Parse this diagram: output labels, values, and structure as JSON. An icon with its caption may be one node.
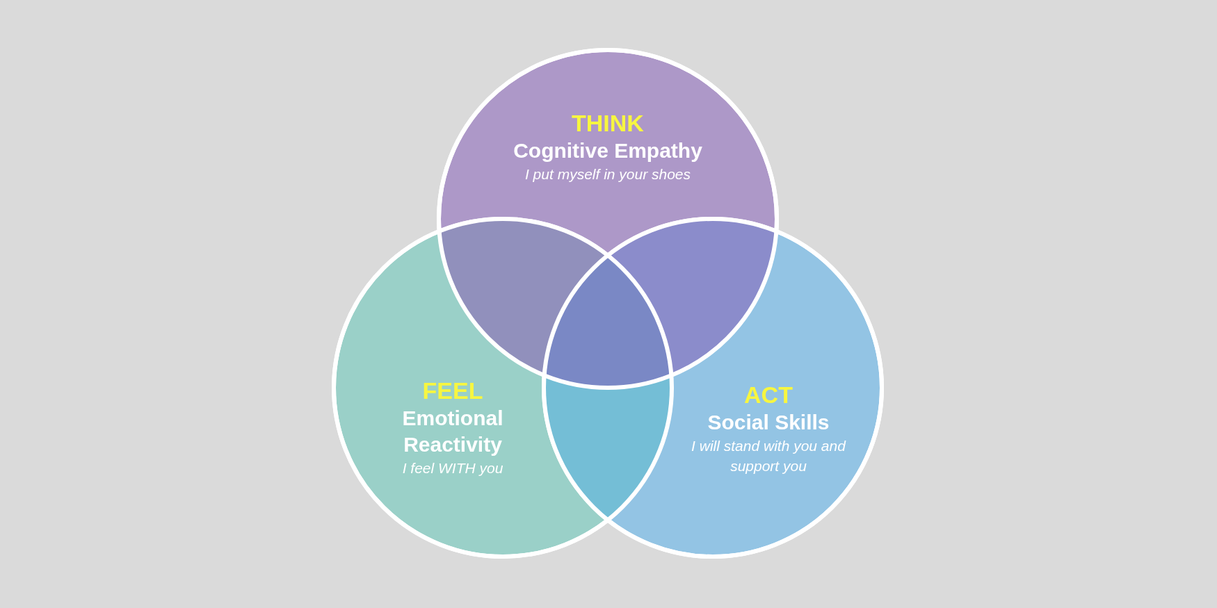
{
  "diagram": {
    "nodes": [
      {
        "text": [
          "THINK",
          "Cognitive Empathy",
          "I put myself in your shoes"
        ]
      },
      {
        "text": [
          "FEEL",
          "Emotional Reactivity",
          "I feel WITH you"
        ]
      },
      {
        "text": [
          "ACT",
          "Social Skills",
          "I will stand with you and support you"
        ]
      }
    ]
  }
}
